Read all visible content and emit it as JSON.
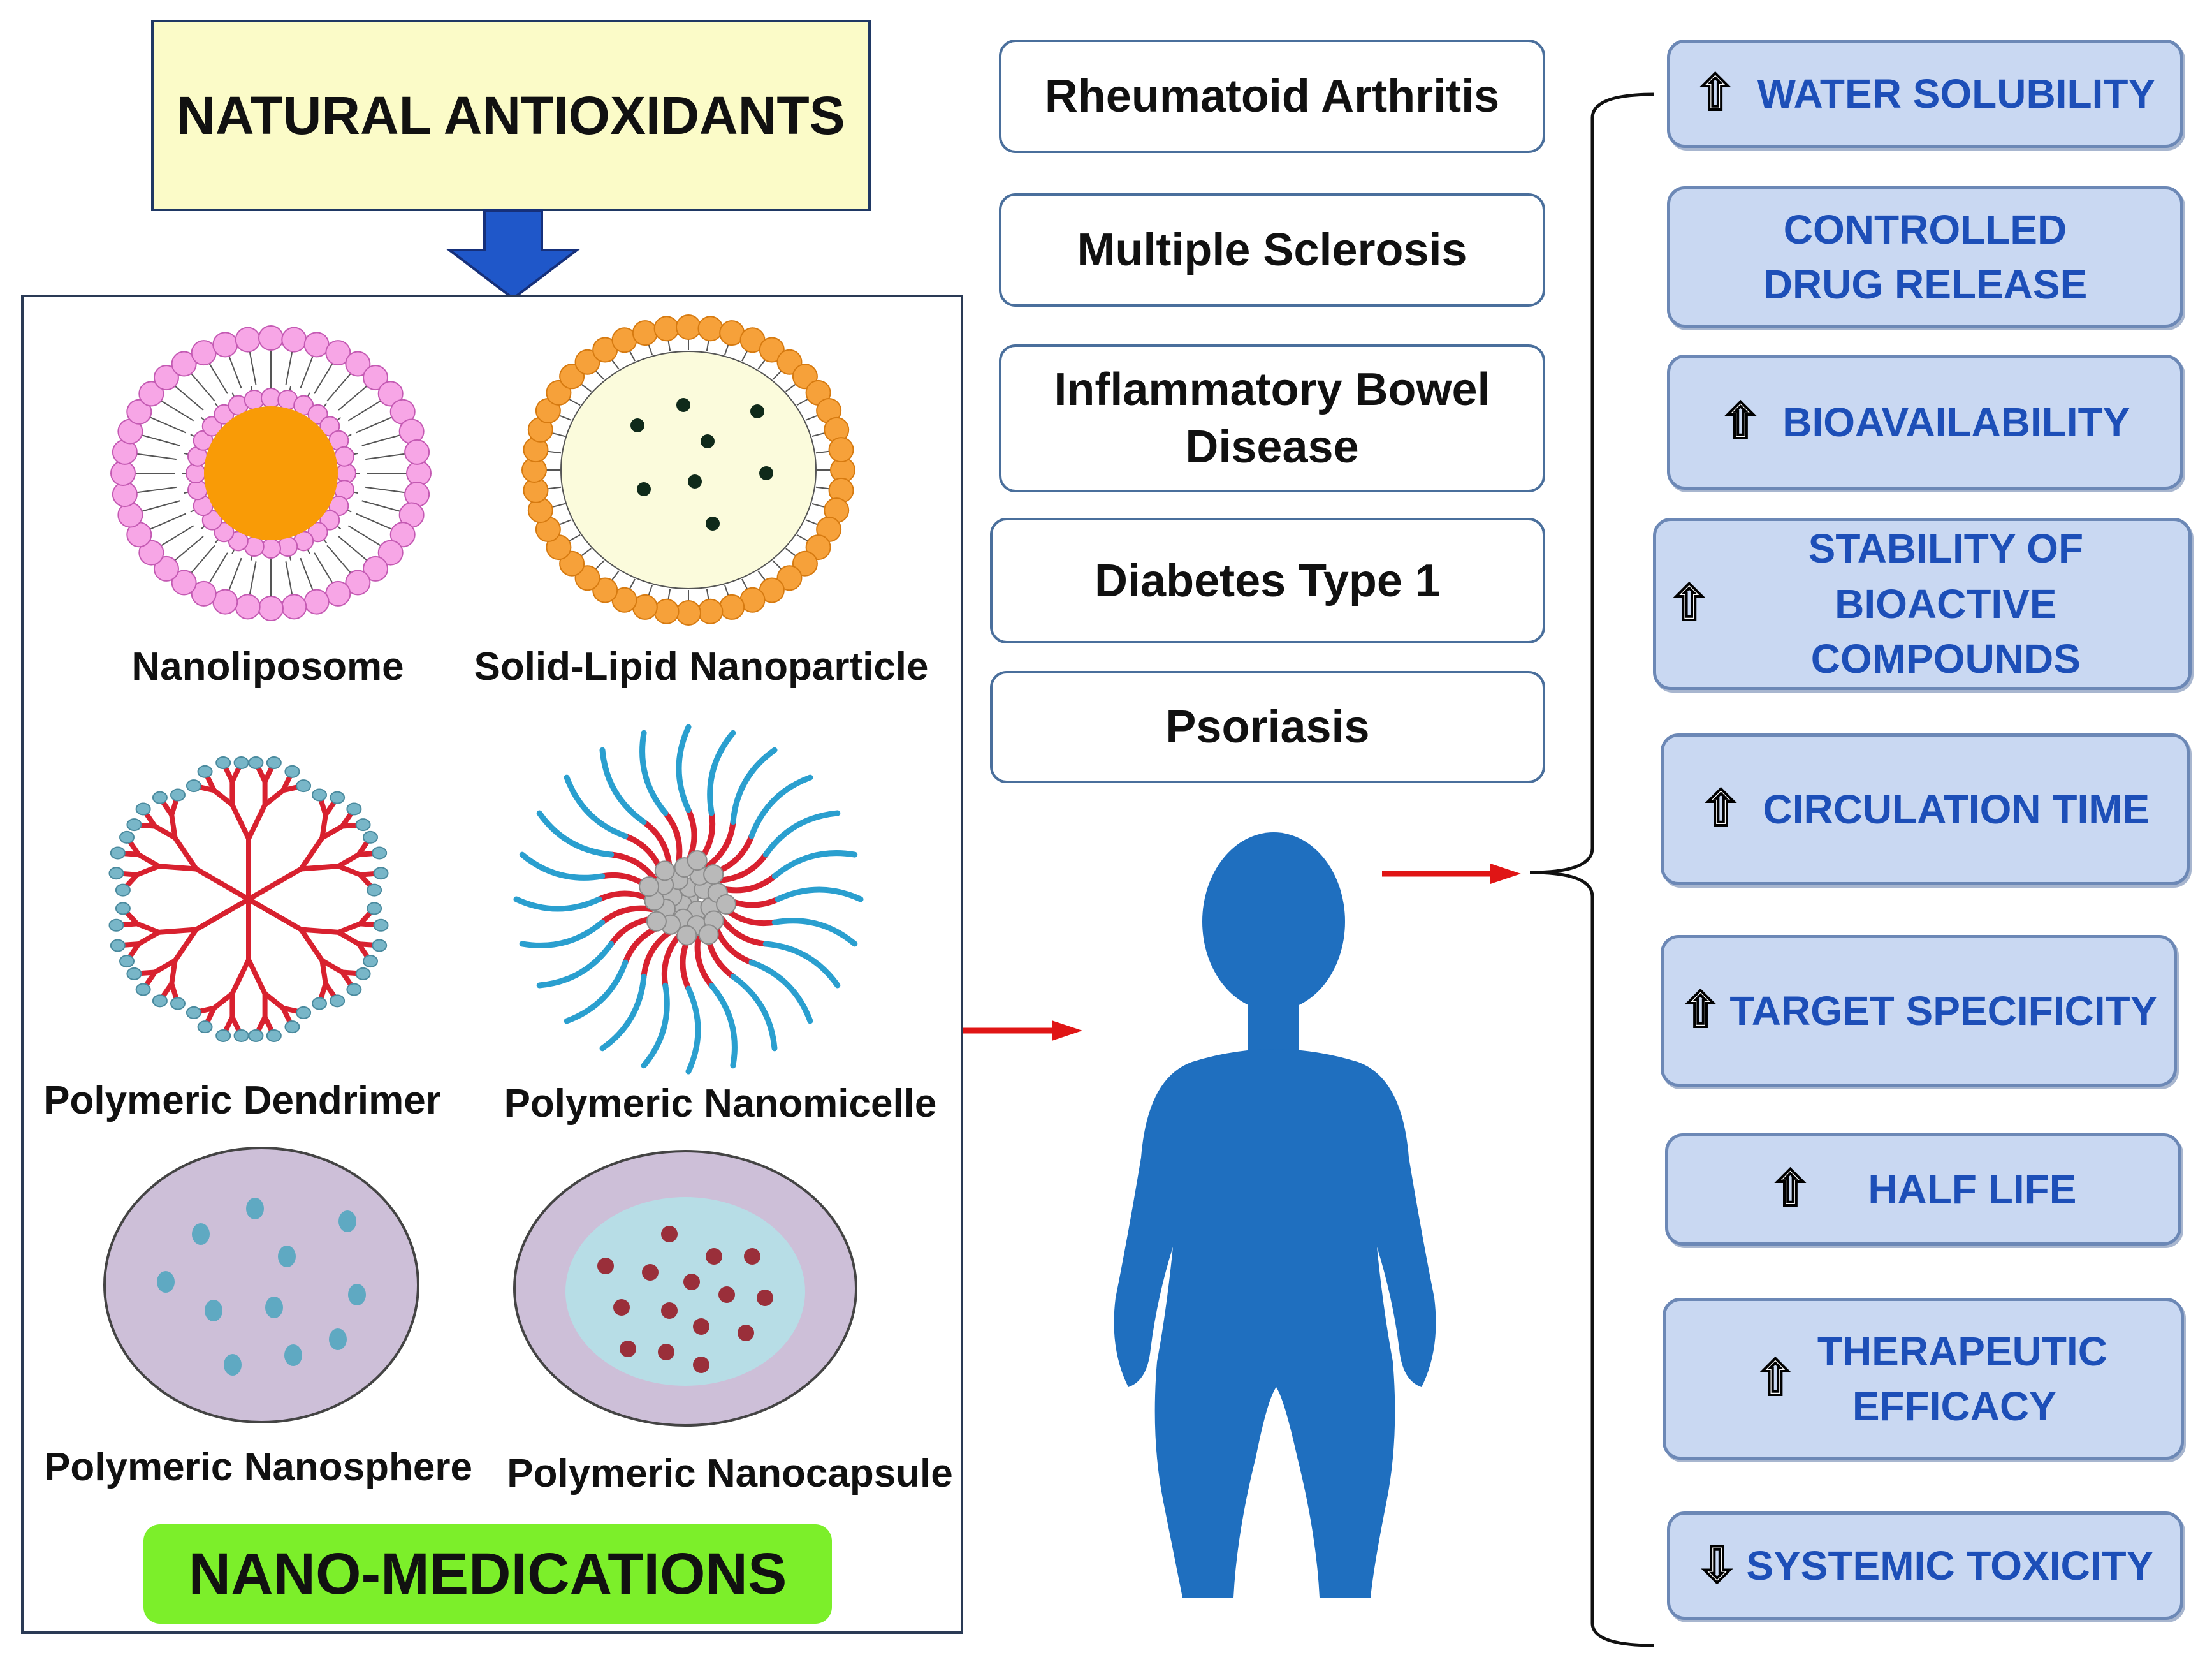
{
  "title": "NATURAL ANTIOXIDANTS",
  "carriers": [
    {
      "label": "Nanoliposome",
      "icon": "nanoliposome-icon"
    },
    {
      "label": "Solid-Lipid Nanoparticle",
      "icon": "solid-lipid-nanoparticle-icon"
    },
    {
      "label": "Polymeric Dendrimer",
      "icon": "polymeric-dendrimer-icon"
    },
    {
      "label": "Polymeric Nanomicelle",
      "icon": "polymeric-nanomicelle-icon"
    },
    {
      "label": "Polymeric Nanosphere",
      "icon": "polymeric-nanosphere-icon"
    },
    {
      "label": "Polymeric Nanocapsule",
      "icon": "polymeric-nanocapsule-icon"
    }
  ],
  "nano_label": "NANO-MEDICATIONS",
  "diseases": [
    "Rheumatoid Arthritis",
    "Multiple Sclerosis",
    "Inflammatory Bowel Disease",
    "Diabetes Type 1",
    "Psoriasis"
  ],
  "benefits": [
    {
      "arrow": "⇧",
      "label": "WATER SOLUBILITY"
    },
    {
      "arrow": "",
      "label": "CONTROLLED DRUG RELEASE"
    },
    {
      "arrow": "⇧",
      "label": "BIOAVAILABILITY"
    },
    {
      "arrow": "⇧",
      "label": "STABILITY OF BIOACTIVE COMPOUNDS"
    },
    {
      "arrow": "⇧",
      "label": "CIRCULATION TIME"
    },
    {
      "arrow": "⇧",
      "label": "TARGET SPECIFICITY"
    },
    {
      "arrow": "⇧",
      "label": "HALF LIFE"
    },
    {
      "arrow": "⇧",
      "label": "THERAPEUTIC EFFICACY"
    },
    {
      "arrow": "⇩",
      "label": "SYSTEMIC TOXICITY"
    }
  ],
  "colors": {
    "title_bg": "#fbfbc8",
    "down_arrow": "#1f57c9",
    "nano_badge": "#7cef2a",
    "benefit_bg": "#c9d8f2",
    "benefit_text": "#1d4fb8",
    "flow_arrow": "#e01515",
    "human_figure": "#1f6fbf"
  }
}
